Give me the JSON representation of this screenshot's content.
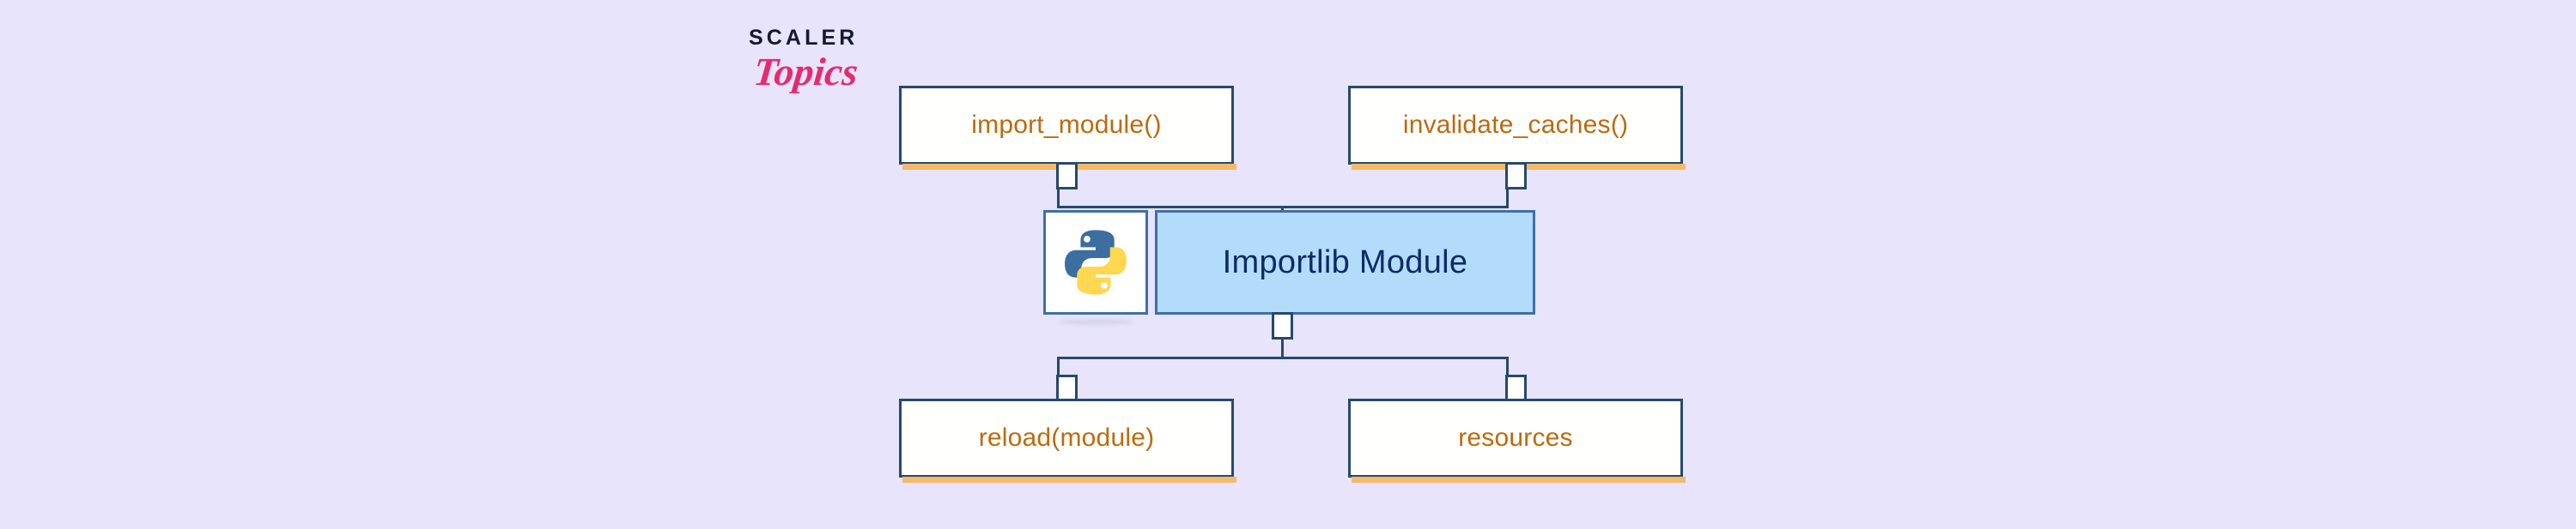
{
  "brand": {
    "name_primary": "SCALER",
    "name_secondary": "Topics",
    "color_primary": "#171730",
    "color_secondary": "#e72a6c"
  },
  "diagram": {
    "title": "Importlib Module",
    "background_color": "#e7e4fc",
    "center": {
      "label": "Importlib Module",
      "fill": "#b3dcfb",
      "border": "#3f6fa5",
      "text_color": "#0d2b66",
      "icon": "python-logo-icon"
    },
    "nodes_top": [
      {
        "id": "import-module",
        "label": "import_module()",
        "fill": "#fffffd",
        "border": "#27496d",
        "text_color": "#bd6a0e",
        "accent": "#f5b969"
      },
      {
        "id": "invalidate-caches",
        "label": "invalidate_caches()",
        "fill": "#fffffd",
        "border": "#27496d",
        "text_color": "#bd6a0e",
        "accent": "#f5b969"
      }
    ],
    "nodes_bottom": [
      {
        "id": "reload-module",
        "label": "reload(module)",
        "fill": "#fffffd",
        "border": "#27496d",
        "text_color": "#bd6a0e",
        "accent": "#f5b969"
      },
      {
        "id": "resources",
        "label": "resources",
        "fill": "#fffffd",
        "border": "#27496d",
        "text_color": "#bd6a0e",
        "accent": "#f5b969"
      }
    ],
    "python_logo": {
      "blue": "#3c6e9f",
      "yellow": "#ffd750",
      "name": "python-logo-icon"
    }
  }
}
